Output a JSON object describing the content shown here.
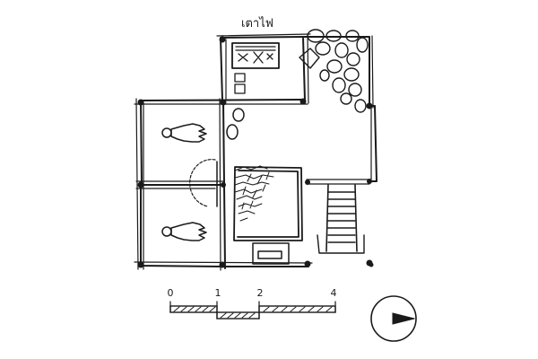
{
  "plan": {
    "top_label": "เตาไฟ"
  },
  "scale_bar": {
    "ticks": [
      "0",
      "1",
      "2",
      "4"
    ]
  },
  "colors": {
    "ink": "#1a1a1a",
    "paper": "#ffffff"
  },
  "icons": [
    "person-figure-icon",
    "stone-icon",
    "stair-icon",
    "north-arrow-icon",
    "cooking-pot-icon"
  ]
}
